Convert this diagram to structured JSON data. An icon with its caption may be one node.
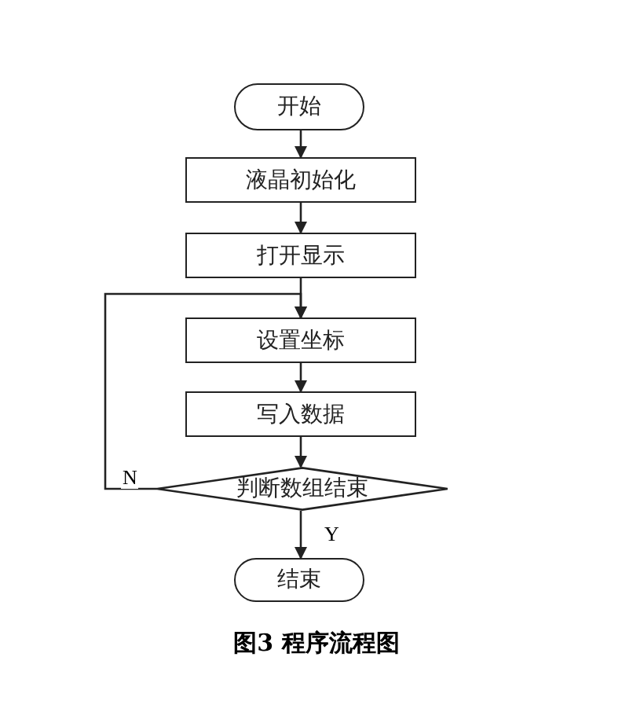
{
  "diagram": {
    "caption": "图3 程序流程图",
    "nodes": [
      {
        "text": [
          "开始"
        ]
      },
      {
        "text": [
          "液晶初始化"
        ]
      },
      {
        "text": [
          "打开显示"
        ]
      },
      {
        "text": [
          "设置坐标"
        ]
      },
      {
        "text": [
          "写入数据"
        ]
      },
      {
        "text": [
          "判断数组结束"
        ]
      },
      {
        "text": [
          "结束"
        ]
      }
    ],
    "edges": [
      {
        "from": 0,
        "to": 1,
        "arrow": "to"
      },
      {
        "from": 1,
        "to": 2,
        "arrow": "to"
      },
      {
        "from": 2,
        "to": 3,
        "arrow": "to"
      },
      {
        "from": 3,
        "to": 4,
        "arrow": "to"
      },
      {
        "from": 4,
        "to": 5,
        "arrow": "to"
      },
      {
        "from": 5,
        "to": 3,
        "arrow": "to",
        "label": "N"
      },
      {
        "from": 5,
        "to": 6,
        "arrow": "to",
        "label": "Y"
      }
    ]
  }
}
